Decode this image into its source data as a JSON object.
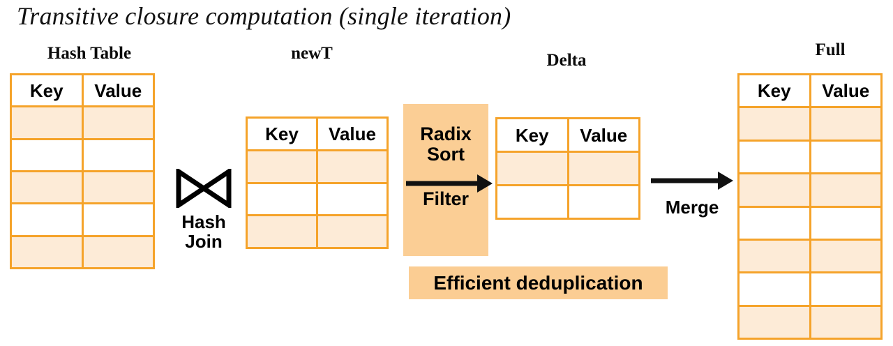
{
  "title": "Transitive closure computation (single iteration)",
  "colors": {
    "border_orange": "#f5a32a",
    "row_fill_light": "#fdebd7",
    "stage_fill": "#fbce95",
    "banner_fill": "#fbcd93",
    "text": "#000000",
    "background": "#ffffff"
  },
  "tables": {
    "hash_table": {
      "caption": "Hash Table",
      "columns": [
        "Key",
        "Value"
      ],
      "rows": [
        "fill",
        "blank",
        "fill",
        "blank",
        "fill"
      ]
    },
    "new_t": {
      "caption": "newT",
      "columns": [
        "Key",
        "Value"
      ],
      "rows": [
        "fill",
        "blank",
        "fill"
      ]
    },
    "delta": {
      "caption": "Delta",
      "columns": [
        "Key",
        "Value"
      ],
      "rows": [
        "fill",
        "blank"
      ]
    },
    "full": {
      "caption": "Full",
      "columns": [
        "Key",
        "Value"
      ],
      "rows": [
        "fill",
        "blank",
        "fill",
        "blank",
        "fill",
        "blank",
        "fill"
      ]
    }
  },
  "operators": {
    "join": {
      "symbol_name": "bowtie-join-icon",
      "label": "Hash\nJoin"
    },
    "stage": {
      "line1": "Radix\nSort",
      "line2": "Filter",
      "arrow_name": "stage-arrow-icon"
    },
    "merge": {
      "label": "Merge",
      "arrow_name": "merge-arrow-icon"
    }
  },
  "banner": {
    "text": "Efficient deduplication"
  }
}
